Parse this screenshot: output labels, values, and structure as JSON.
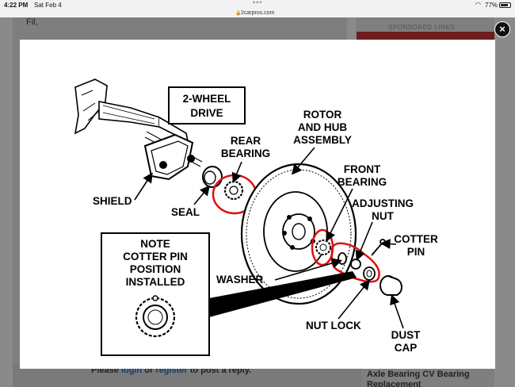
{
  "status_bar": {
    "time": "4:22 PM",
    "date": "Sat Feb 4",
    "battery": "77%"
  },
  "url_bar": {
    "url": "2carpros.com"
  },
  "background": {
    "fragment_text": "Fil,",
    "sponsored_label": "SPONSORED LINKS",
    "reply_please": "Please",
    "reply_login": "login",
    "reply_or": "or",
    "reply_register": "register",
    "reply_tail": "to post a reply.",
    "related_title": "Axle Bearing CV Bearing Replacement"
  },
  "modal": {
    "close_label": "×",
    "diagram": {
      "title_line1": "2-WHEEL",
      "title_line2": "DRIVE",
      "labels": {
        "shield": "SHIELD",
        "seal": "SEAL",
        "rear_bearing_1": "REAR",
        "rear_bearing_2": "BEARING",
        "rotor_1": "ROTOR",
        "rotor_2": "AND HUB",
        "rotor_3": "ASSEMBLY",
        "front_bearing_1": "FRONT",
        "front_bearing_2": "BEARING",
        "adjusting_nut_1": "ADJUSTING",
        "adjusting_nut_2": "NUT",
        "cotter_pin_1": "COTTER",
        "cotter_pin_2": "PIN",
        "washer": "WASHER",
        "nut_lock": "NUT LOCK",
        "dust_cap_1": "DUST",
        "dust_cap_2": "CAP",
        "note_1": "NOTE",
        "note_2": "COTTER PIN",
        "note_3": "POSITION",
        "note_4": "INSTALLED"
      }
    }
  }
}
